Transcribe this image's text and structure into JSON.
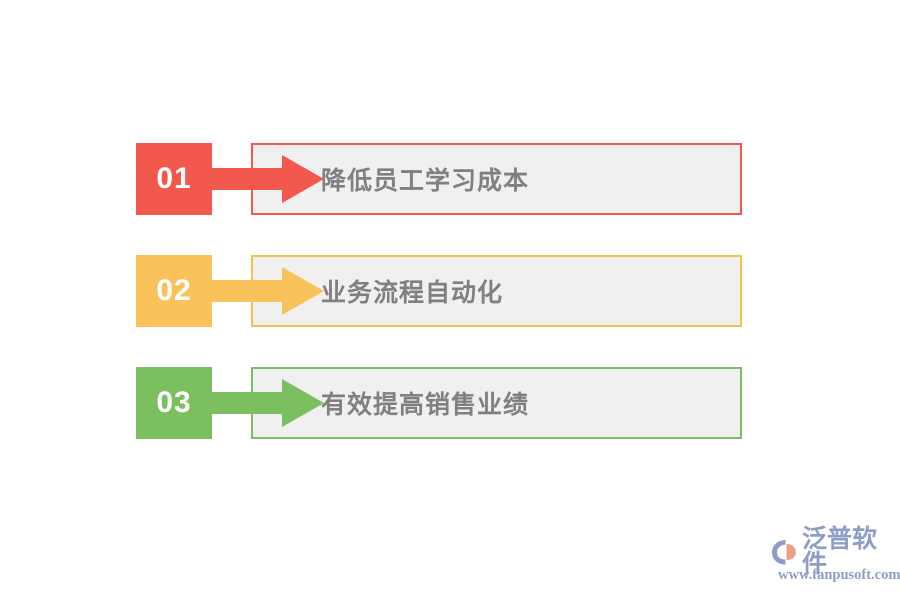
{
  "slide": {
    "background_color": "#ffffff",
    "panel_fill": "#f0f0f0",
    "label_color": "#808080",
    "number_color": "#ffffff"
  },
  "items": [
    {
      "number": "01",
      "label": "降低员工学习成本",
      "color": "#f2584c",
      "arrow_icon": "arrow-right-icon"
    },
    {
      "number": "02",
      "label": "业务流程自动化",
      "color": "#f9c25a",
      "arrow_icon": "arrow-right-icon"
    },
    {
      "number": "03",
      "label": "有效提高销售业绩",
      "color": "#7cbf5e",
      "arrow_icon": "arrow-right-icon"
    }
  ],
  "brand": {
    "name": "泛普软件",
    "url": "www.fanpusoft.com",
    "mark_icon": "fanpu-logo-icon",
    "text_color": "#8e9dc6",
    "mark_accent_color": "#e8a386"
  }
}
